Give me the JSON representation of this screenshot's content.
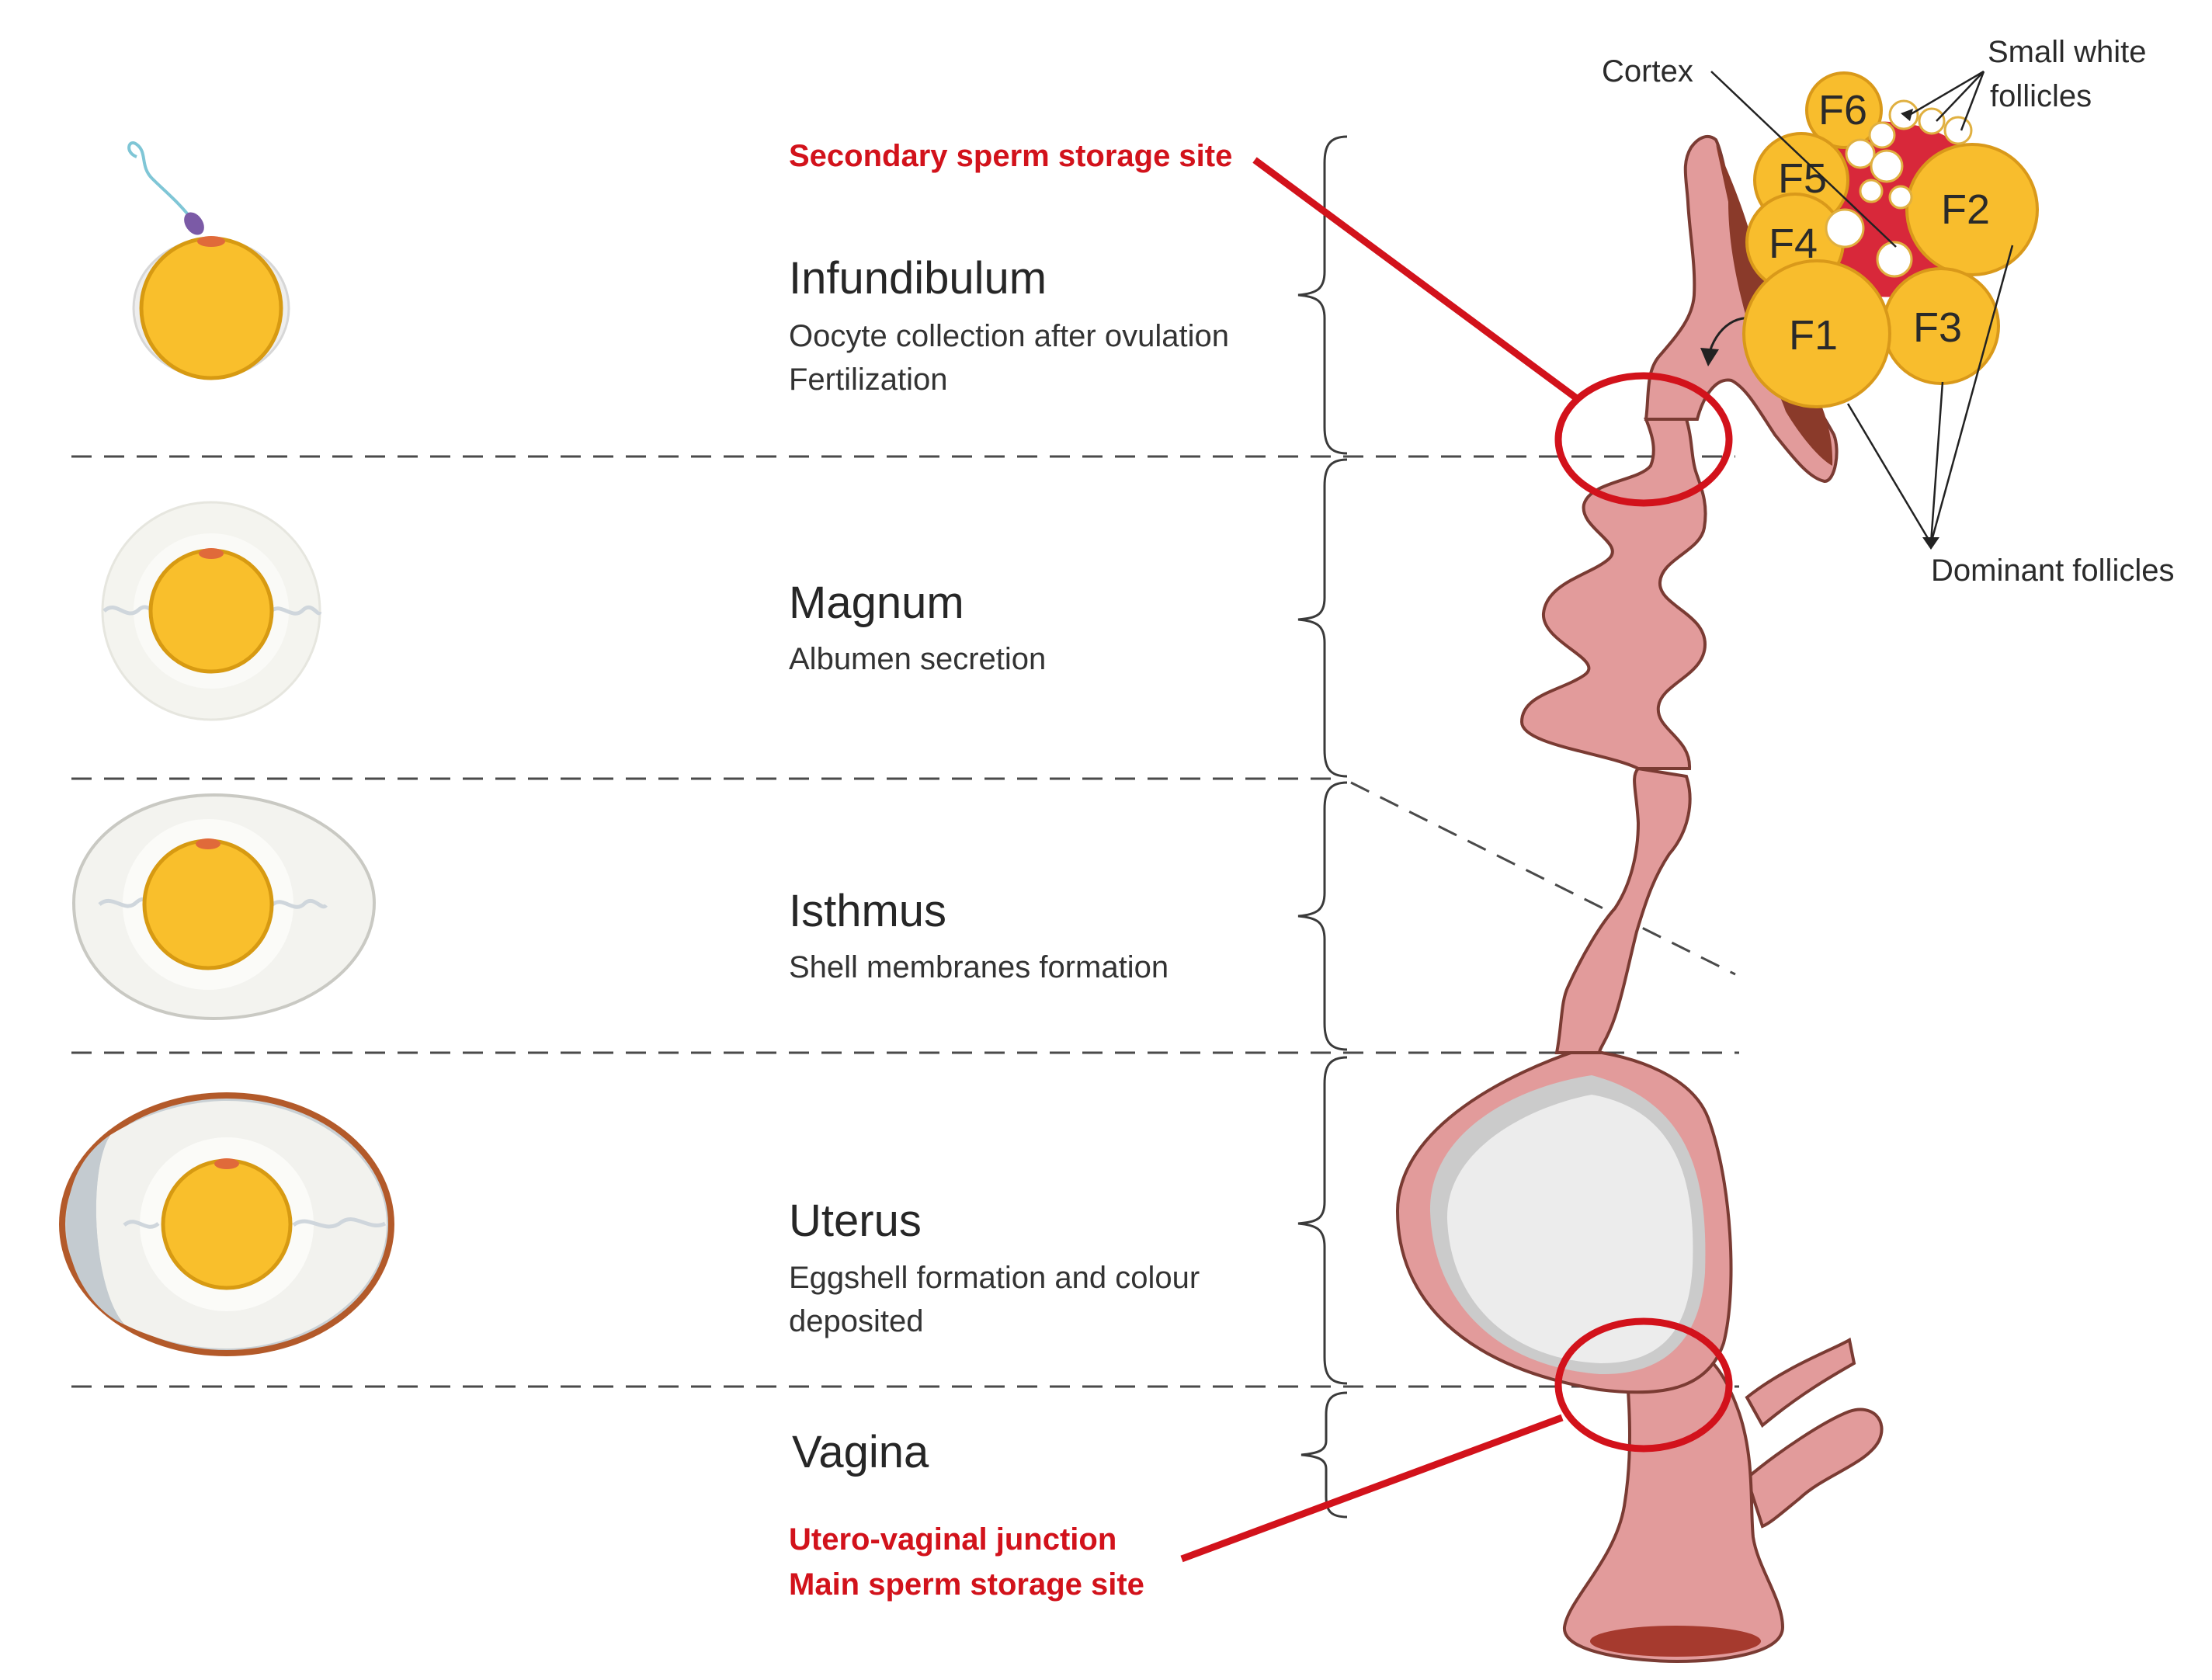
{
  "segments": [
    {
      "title": "Infundibulum",
      "desc1": "Oocyte collection after ovulation",
      "desc2": "Fertilization"
    },
    {
      "title": "Magnum",
      "desc1": "Albumen secretion"
    },
    {
      "title": "Isthmus",
      "desc1": "Shell membranes formation"
    },
    {
      "title": "Uterus",
      "desc1": "Eggshell formation and colour",
      "desc2": "deposited"
    },
    {
      "title": "Vagina"
    }
  ],
  "sperm_storage": {
    "secondary": "Secondary sperm storage site",
    "junction": "Utero-vaginal junction",
    "main": "Main sperm storage site"
  },
  "ovary": {
    "cortex_label": "Cortex",
    "small_white_1": "Small white",
    "small_white_2": "follicles",
    "dominant_label": "Dominant follicles",
    "follicles": [
      "F1",
      "F2",
      "F3",
      "F4",
      "F5",
      "F6"
    ]
  },
  "colors": {
    "callout_red": "#d2121b",
    "duct_pink": "#e29b9b",
    "yolk_yellow": "#f9bf2c",
    "cortex_brown": "#8a3a2a"
  }
}
